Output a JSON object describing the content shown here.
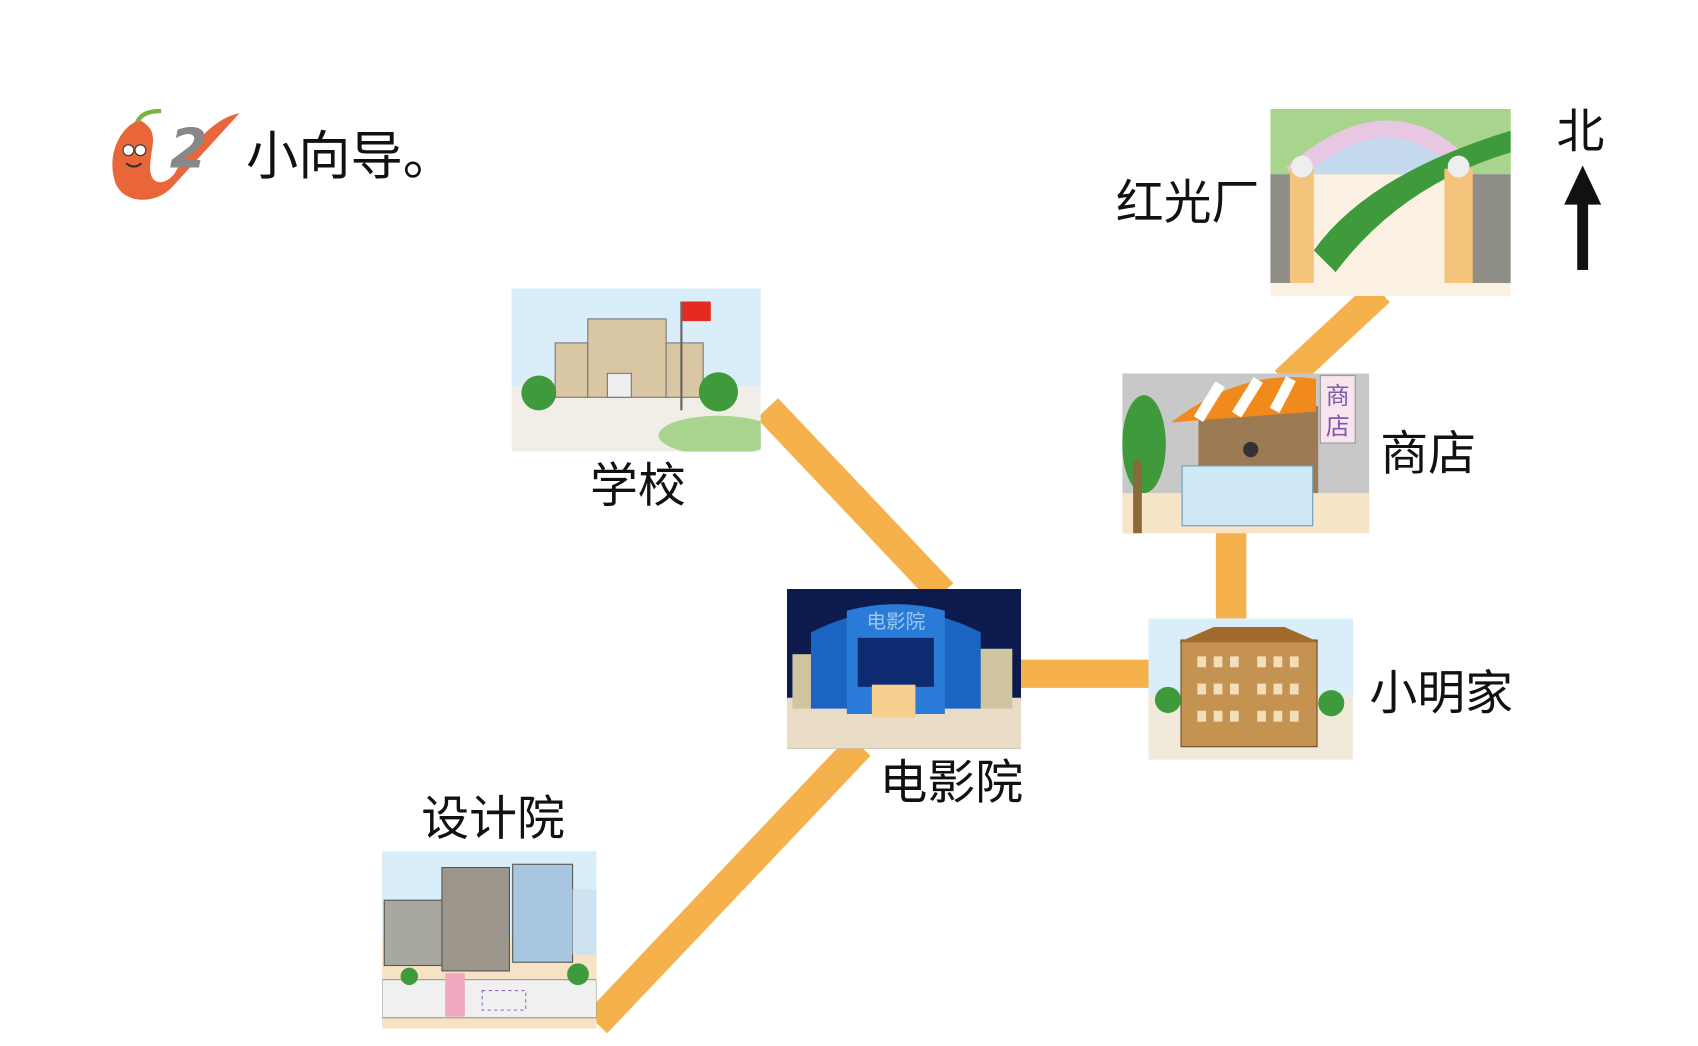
{
  "heading": {
    "number": "2",
    "title": "小向导。"
  },
  "compass": {
    "label": "北"
  },
  "places": {
    "factory": "红光厂",
    "school": "学校",
    "shop": "商店",
    "cinema": "电影院",
    "home": "小明家",
    "design": "设计院"
  },
  "signs": {
    "shop_sign": "商店",
    "cinema_sign": "电影院"
  },
  "colors": {
    "road": "#F5B24C",
    "pepper": "#E8663A",
    "arrow": "#111111"
  }
}
